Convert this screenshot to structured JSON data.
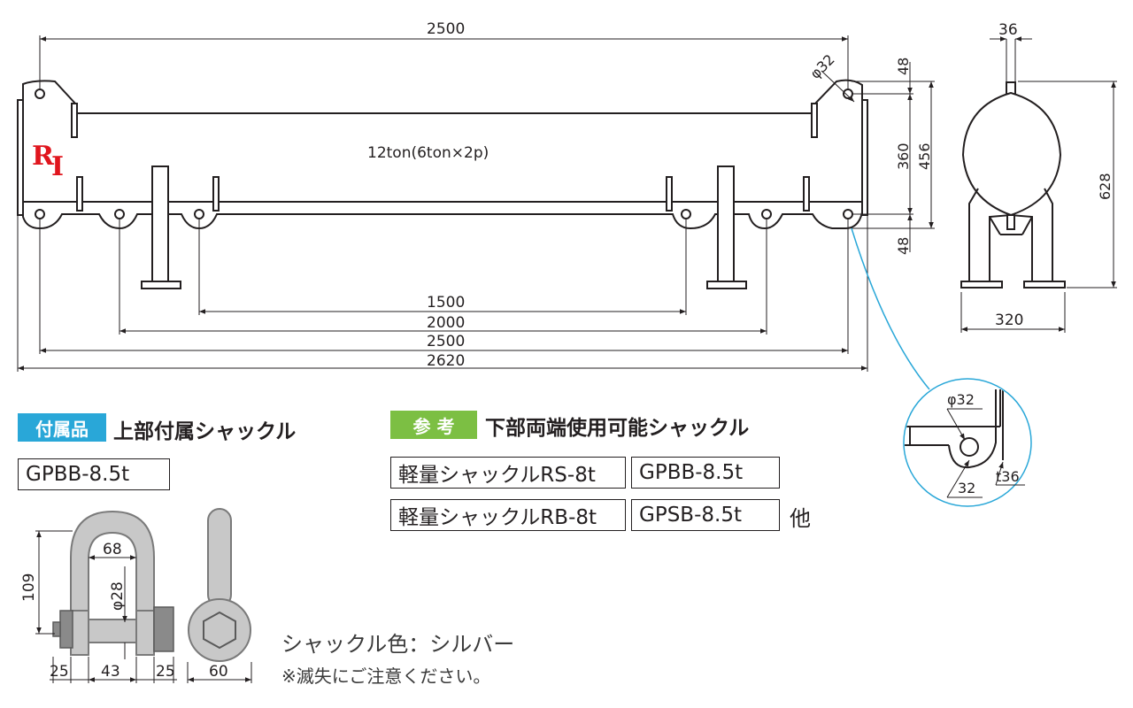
{
  "beam": {
    "capacity_label": "12ton(6ton×2p)",
    "logo_r": "R",
    "logo_i": "I",
    "dim_top_length": "2500",
    "dim_pin_diameter": "φ32",
    "dim_hole_1500": "1500",
    "dim_hole_2000": "2000",
    "dim_hole_2500": "2500",
    "dim_total_2620": "2620",
    "dim_side_48_top": "48",
    "dim_side_360": "360",
    "dim_side_456": "456",
    "dim_side_48_bottom": "48"
  },
  "end_view": {
    "dim_width_36": "36",
    "dim_height_628": "628",
    "dim_base_320": "320"
  },
  "detail": {
    "dim_hole": "φ32",
    "dim_edge": "32",
    "dim_thickness": "t36"
  },
  "accessory": {
    "tag": "付属品",
    "title": "上部付属シャックル",
    "model": "GPBB-8.5t"
  },
  "shackle": {
    "dim_68": "68",
    "dim_phi28": "φ28",
    "dim_109": "109",
    "dim_25_left": "25",
    "dim_43": "43",
    "dim_25_right": "25",
    "dim_60": "60"
  },
  "reference": {
    "tag": "参 考",
    "title": "下部両端使用可能シャックル",
    "items": [
      "軽量シャックルRS-8t",
      "GPBB-8.5t",
      "軽量シャックルRB-8t",
      "GPSB-8.5t"
    ],
    "other": "他"
  },
  "notes": {
    "color": "シャックル色：シルバー",
    "warning": "※滅失にご注意ください。"
  },
  "colors": {
    "accessory_tag": "#29a7d8",
    "reference_tag": "#7cbf43",
    "logo": "#e0161e",
    "leader": "#29a7d8"
  }
}
